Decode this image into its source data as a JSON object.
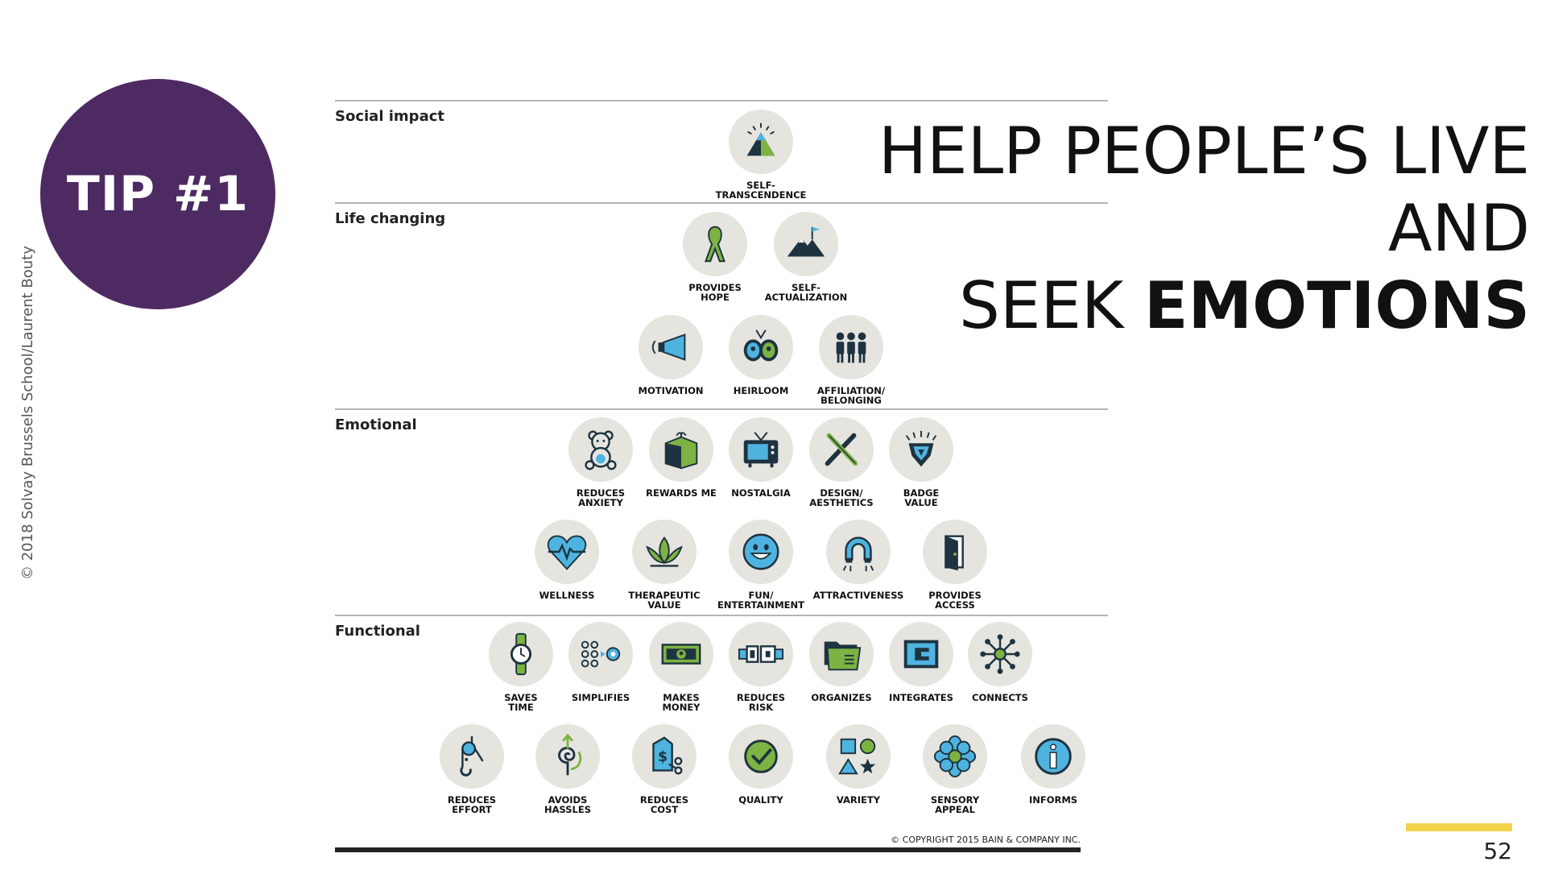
{
  "credit": "© 2018 Solvay Brussels School/Laurent Bouty",
  "tip": "TIP #1",
  "headline": {
    "line1": "HELP PEOPLE’S LIVE",
    "line2": "AND",
    "line3_normal": "SEEK ",
    "line3_bold": "EMOTIONS"
  },
  "tiers": [
    "Social impact",
    "Life changing",
    "Emotional",
    "Functional"
  ],
  "elements": {
    "social": [
      {
        "label": "SELF-\nTRANSCENDENCE",
        "icon": "pyramid-icon"
      }
    ],
    "life1": [
      {
        "label": "PROVIDES\nHOPE",
        "icon": "ribbon-icon"
      },
      {
        "label": "SELF-\nACTUALIZATION",
        "icon": "mountain-flag-icon"
      }
    ],
    "life2": [
      {
        "label": "MOTIVATION",
        "icon": "megaphone-icon"
      },
      {
        "label": "HEIRLOOM",
        "icon": "heirloom-icon"
      },
      {
        "label": "AFFILIATION/\nBELONGING",
        "icon": "people-icon"
      }
    ],
    "emo1": [
      {
        "label": "REDUCES\nANXIETY",
        "icon": "teddy-bear-icon"
      },
      {
        "label": "REWARDS ME",
        "icon": "gift-icon"
      },
      {
        "label": "NOSTALGIA",
        "icon": "tv-icon"
      },
      {
        "label": "DESIGN/\nAESTHETICS",
        "icon": "design-tools-icon"
      },
      {
        "label": "BADGE\nVALUE",
        "icon": "badge-icon"
      }
    ],
    "emo2": [
      {
        "label": "WELLNESS",
        "icon": "heart-icon"
      },
      {
        "label": "THERAPEUTIC\nVALUE",
        "icon": "lotus-icon"
      },
      {
        "label": "FUN/\nENTERTAINMENT",
        "icon": "smiley-icon"
      },
      {
        "label": "ATTRACTIVENESS",
        "icon": "magnet-icon"
      },
      {
        "label": "PROVIDES\nACCESS",
        "icon": "door-icon"
      }
    ],
    "func1": [
      {
        "label": "SAVES\nTIME",
        "icon": "watch-icon"
      },
      {
        "label": "SIMPLIFIES",
        "icon": "dots-icon"
      },
      {
        "label": "MAKES\nMONEY",
        "icon": "banknote-icon"
      },
      {
        "label": "REDUCES\nRISK",
        "icon": "seatbelt-icon"
      },
      {
        "label": "ORGANIZES",
        "icon": "folder-icon"
      },
      {
        "label": "INTEGRATES",
        "icon": "integrate-icon"
      },
      {
        "label": "CONNECTS",
        "icon": "network-icon"
      }
    ],
    "func2": [
      {
        "label": "REDUCES\nEFFORT",
        "icon": "pulley-icon"
      },
      {
        "label": "AVOIDS\nHASSLES",
        "icon": "spiral-arrow-icon"
      },
      {
        "label": "REDUCES\nCOST",
        "icon": "price-tag-icon"
      },
      {
        "label": "QUALITY",
        "icon": "checkmark-icon"
      },
      {
        "label": "VARIETY",
        "icon": "shapes-icon"
      },
      {
        "label": "SENSORY\nAPPEAL",
        "icon": "flower-icon"
      },
      {
        "label": "INFORMS",
        "icon": "info-icon"
      }
    ]
  },
  "copyright": "© COPYRIGHT 2015 BAIN & COMPANY INC.",
  "page_number": "52",
  "colors": {
    "purple": "#4e2a63",
    "green": "#7cb342",
    "blue": "#4fb3e0",
    "dark": "#1e3340",
    "yellow": "#f2d34a"
  }
}
